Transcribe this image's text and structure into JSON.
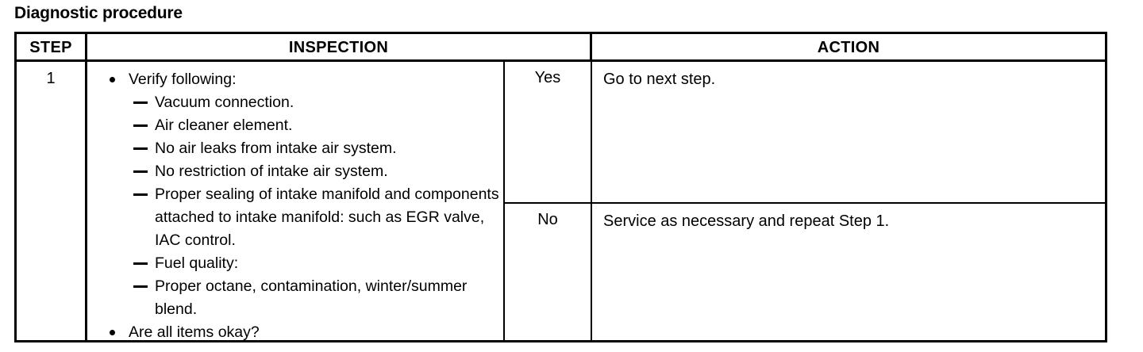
{
  "title": "Diagnostic procedure",
  "table": {
    "headers": {
      "step": "STEP",
      "inspection": "INSPECTION",
      "action": "ACTION"
    },
    "rows": [
      {
        "step": "1",
        "inspection_items": [
          {
            "marker": "bullet",
            "text": "Verify following:"
          },
          {
            "marker": "dash",
            "text": "Vacuum connection."
          },
          {
            "marker": "dash",
            "text": "Air cleaner element."
          },
          {
            "marker": "dash",
            "text": "No air leaks from intake air system."
          },
          {
            "marker": "dash",
            "text": "No restriction of intake air system."
          },
          {
            "marker": "dash",
            "text": "Proper sealing of intake manifold and components attached to intake manifold: such as EGR valve, IAC control."
          },
          {
            "marker": "dash",
            "text": "Fuel quality:"
          },
          {
            "marker": "dash",
            "text": "Proper octane, contamination, winter/summer blend."
          },
          {
            "marker": "bullet",
            "text": "Are all items okay?"
          }
        ],
        "answers": [
          {
            "label": "Yes",
            "action": "Go to next step."
          },
          {
            "label": "No",
            "action": "Service as necessary and repeat Step 1."
          }
        ]
      }
    ]
  }
}
